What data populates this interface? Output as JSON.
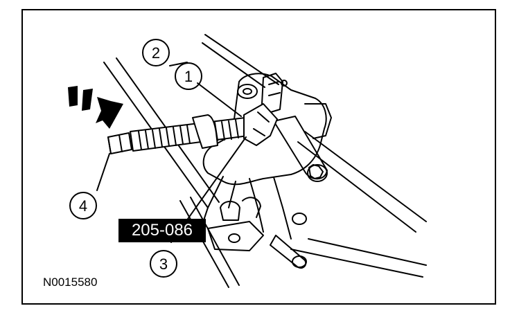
{
  "figure": {
    "id": "N0015580",
    "tool_number": "205-086"
  },
  "callouts": [
    {
      "number": "1"
    },
    {
      "number": "2"
    },
    {
      "number": "3"
    },
    {
      "number": "4"
    }
  ],
  "colors": {
    "line": "#000000",
    "background": "#ffffff",
    "label_bg": "#000000",
    "label_text": "#ffffff"
  }
}
